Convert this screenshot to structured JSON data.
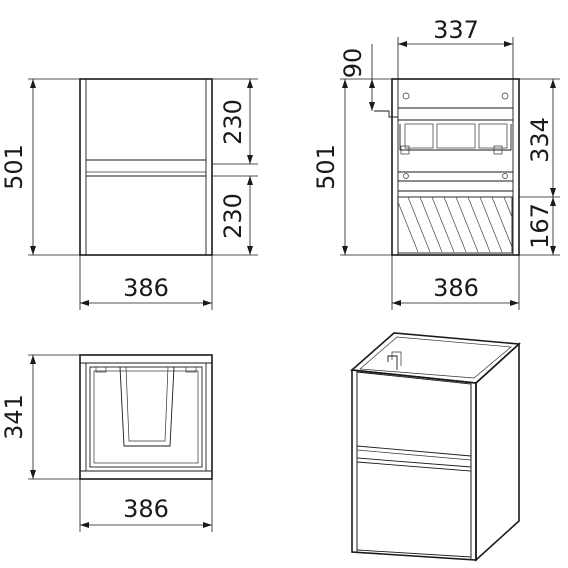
{
  "front_view": {
    "height_label": "501",
    "upper_drawer_label": "230",
    "lower_drawer_label": "230",
    "width_label": "386"
  },
  "section_view": {
    "top_label": "337",
    "offset_label": "90",
    "height_label": "501",
    "upper_label": "334",
    "lower_label": "167",
    "width_label": "386"
  },
  "top_view": {
    "depth_label": "341",
    "width_label": "386"
  }
}
